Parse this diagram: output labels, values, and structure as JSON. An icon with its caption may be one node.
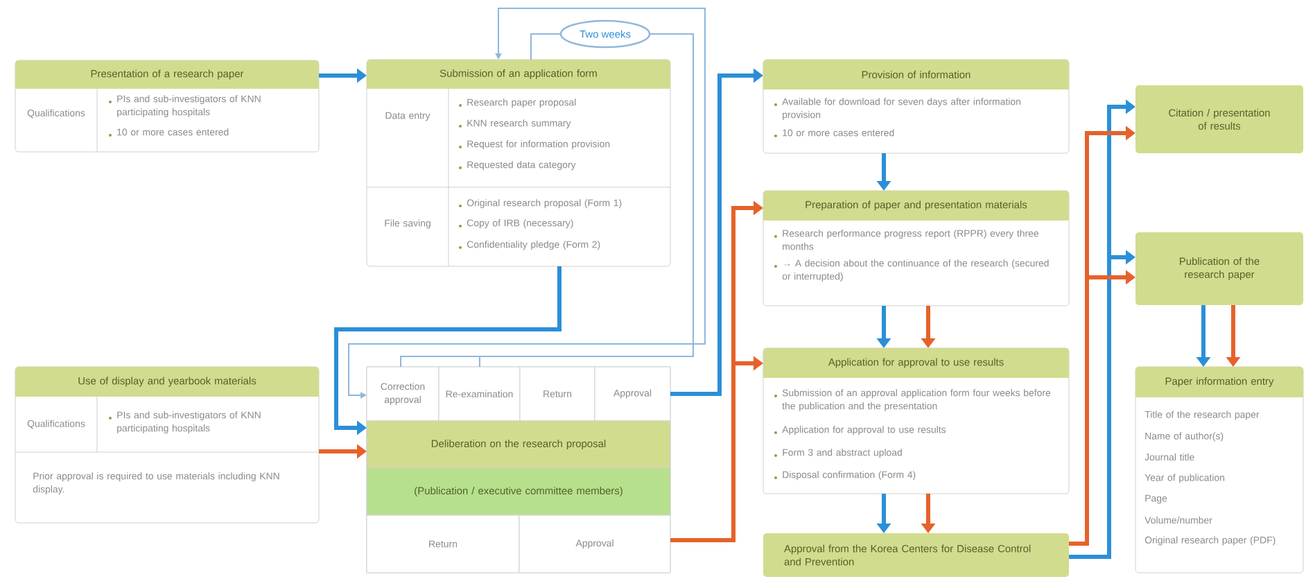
{
  "diagram": {
    "nodes": [
      {
        "text": [
          "Presentation of a research paper",
          "Qualifications",
          "PIs and sub-investigators of KNN participating hospitals",
          "10 or more cases entered"
        ]
      },
      {
        "text": [
          "Submission of an application form",
          "Data entry",
          "Research paper proposal",
          "KNN research summary",
          "Request for information provision",
          "Requested data category",
          "File saving",
          "Original research proposal (Form 1)",
          "Copy of IRB (necessary)",
          "Confidentiality pledge (Form 2)"
        ]
      },
      {
        "text": [
          "Two weeks"
        ]
      },
      {
        "text": [
          "Use of display and yearbook materials",
          "Qualifications",
          "PIs and sub-investigators of KNN participating hospitals",
          "Prior approval is required to use materials including KNN display."
        ]
      },
      {
        "text": [],
        "shape": "box"
      },
      {
        "text": [
          "Correction approval"
        ],
        "in": 4
      },
      {
        "text": [
          "Re-examination"
        ],
        "in": 4
      },
      {
        "text": [
          "Return"
        ],
        "in": 4
      },
      {
        "text": [
          "Approval"
        ],
        "in": 4
      },
      {
        "text": [
          "Deliberation on the research proposal"
        ],
        "in": 4
      },
      {
        "text": [
          "(Publication / executive committee members)"
        ],
        "in": 4
      },
      {
        "text": [
          "Return"
        ],
        "in": 4
      },
      {
        "text": [
          "Approval"
        ],
        "in": 4
      },
      {
        "text": [
          "Provision of information",
          "Available for download for seven days after information provision",
          "10 or more cases entered"
        ]
      },
      {
        "text": [
          "Preparation of paper and presentation materials",
          "Research performance progress report (RPPR) every three months",
          "→ A decision about the continuance of the research (secured or interrupted)"
        ]
      },
      {
        "text": [
          "Application for approval to use results",
          "Submission of an approval application form four weeks before the publication and the presentation",
          "Application for approval to use results",
          "Form 3 and abstract upload",
          "Disposal confirmation  (Form 4)"
        ]
      },
      {
        "text": [
          "Approval from the Korea Centers for Disease Control and Prevention"
        ]
      },
      {
        "text": [
          "Citation / presentation of results"
        ]
      },
      {
        "text": [
          "Publication of the research paper"
        ]
      },
      {
        "text": [
          "Paper information entry",
          "Title of the research paper",
          "Name of author(s)",
          "Journal title",
          "Year of publication",
          "Page",
          "Volume/number",
          "Original research paper (PDF)"
        ]
      }
    ],
    "edges": [
      {
        "from": 0,
        "to": 1,
        "arrow": "to",
        "color": "#2b8fd8"
      },
      {
        "from": 1,
        "to": 9,
        "arrow": "to",
        "color": "#2b8fd8"
      },
      {
        "from": 3,
        "to": 9,
        "arrow": "to",
        "color": "#e5622a"
      },
      {
        "from": 1,
        "to": 5,
        "arrow": "both",
        "color": "#8fb7dc"
      },
      {
        "from": 5,
        "to": 2,
        "arrow": "none",
        "color": "#8fb7dc"
      },
      {
        "from": 6,
        "to": 2,
        "arrow": "none",
        "color": "#8fb7dc"
      },
      {
        "from": 2,
        "to": 1,
        "arrow": "none",
        "color": "#8fb7dc"
      },
      {
        "from": 8,
        "to": 13,
        "arrow": "to",
        "color": "#2b8fd8"
      },
      {
        "from": 12,
        "to": 14,
        "arrow": "to",
        "color": "#e5622a"
      },
      {
        "from": 12,
        "to": 15,
        "arrow": "to",
        "color": "#e5622a"
      },
      {
        "from": 13,
        "to": 14,
        "arrow": "to",
        "color": "#2b8fd8"
      },
      {
        "from": 14,
        "to": 15,
        "arrow": "to",
        "color": "#2b8fd8"
      },
      {
        "from": 14,
        "to": 15,
        "arrow": "to",
        "color": "#e5622a"
      },
      {
        "from": 15,
        "to": 16,
        "arrow": "to",
        "color": "#2b8fd8"
      },
      {
        "from": 15,
        "to": 16,
        "arrow": "to",
        "color": "#e5622a"
      },
      {
        "from": 16,
        "to": 17,
        "arrow": "to",
        "color": "#2b8fd8"
      },
      {
        "from": 16,
        "to": 18,
        "arrow": "to",
        "color": "#2b8fd8"
      },
      {
        "from": 16,
        "to": 17,
        "arrow": "to",
        "color": "#e5622a"
      },
      {
        "from": 16,
        "to": 18,
        "arrow": "to",
        "color": "#e5622a"
      },
      {
        "from": 18,
        "to": 19,
        "arrow": "to",
        "color": "#2b8fd8"
      },
      {
        "from": 18,
        "to": 19,
        "arrow": "to",
        "color": "#e5622a"
      }
    ]
  }
}
